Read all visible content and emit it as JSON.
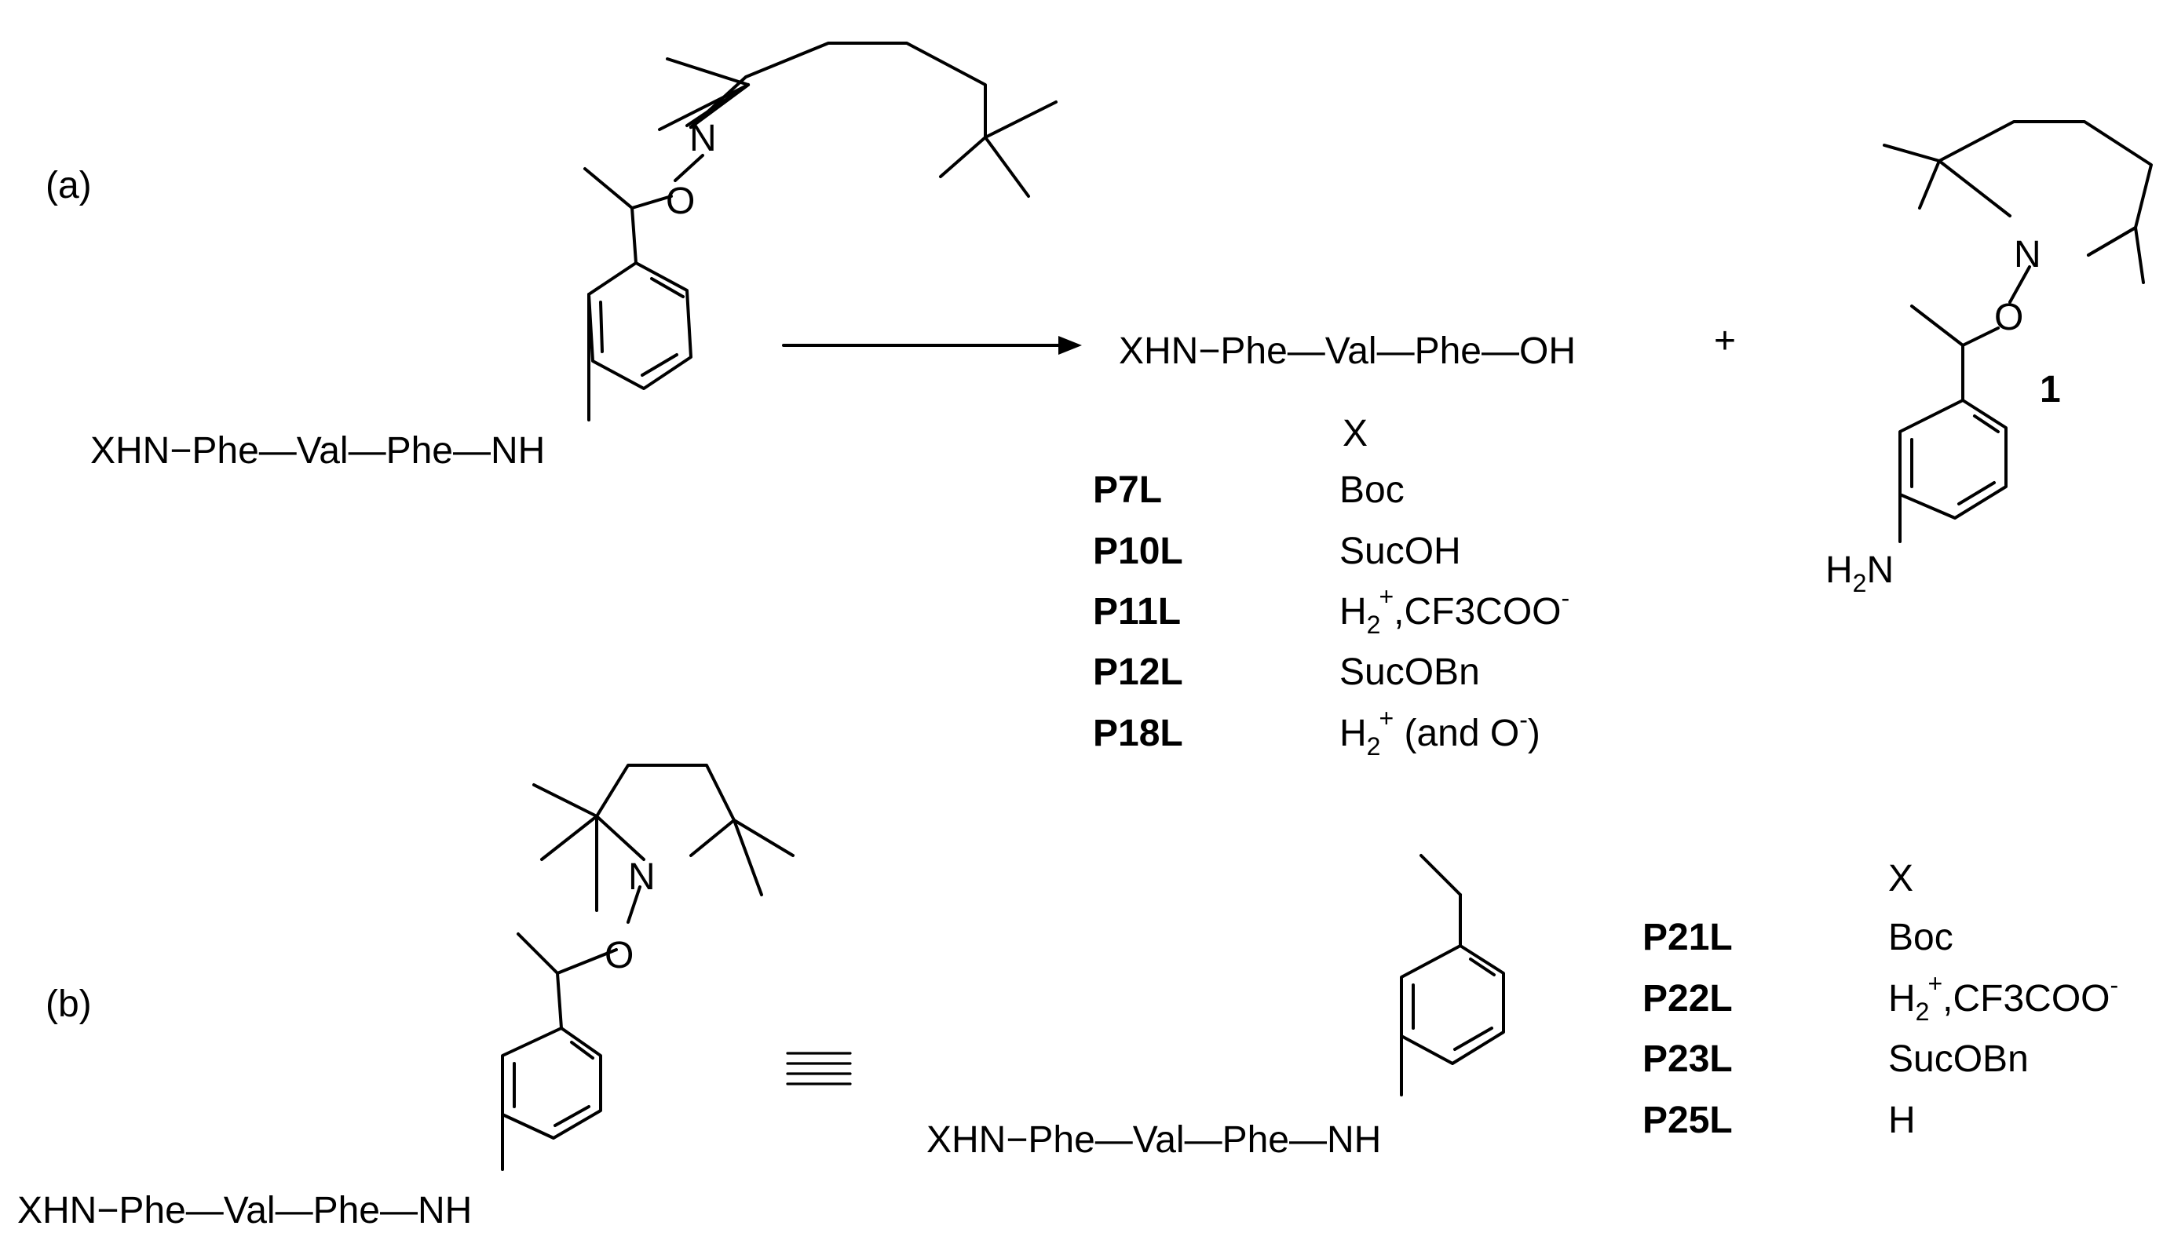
{
  "panel_a": {
    "label": "(a)",
    "reactant": {
      "chain": "XHN−Phe—Val—Phe—NH",
      "N": "N",
      "O": "O"
    },
    "product": "XHN−Phe—Val—Phe—OH",
    "plus": "+",
    "byproduct": {
      "number": "1",
      "N": "N",
      "O": "O",
      "amine": "H",
      "amine_sub": "2",
      "amine_N": "N"
    },
    "table": {
      "header": "X",
      "rows": [
        {
          "id": "P7L",
          "x": "Boc"
        },
        {
          "id": "P10L",
          "x": "SucOH"
        },
        {
          "id": "P11L",
          "x_main": "H",
          "x_sub": "2",
          "x_sup": "+",
          "x_rest": ",CF3COO",
          "x_sup2": "-"
        },
        {
          "id": "P12L",
          "x": "SucOBn"
        },
        {
          "id": "P18L",
          "x_main": "H",
          "x_sub": "2",
          "x_sup": "+",
          "x_rest": " (and O",
          "x_sup2": "-",
          "x_end": ")"
        }
      ]
    }
  },
  "panel_b": {
    "label": "(b)",
    "left": {
      "chain": "XHN−Phe—Val—Phe—NH",
      "N": "N",
      "O": "O"
    },
    "equiv_symbol": "equivalence-symbol",
    "right": {
      "chain": "XHN−Phe—Val—Phe—NH"
    },
    "table": {
      "header": "X",
      "rows": [
        {
          "id": "P21L",
          "x": "Boc"
        },
        {
          "id": "P22L",
          "x_main": "H",
          "x_sub": "2",
          "x_sup": "+",
          "x_rest": ",CF3COO",
          "x_sup2": "-"
        },
        {
          "id": "P23L",
          "x": "SucOBn"
        },
        {
          "id": "P25L",
          "x": "H"
        }
      ]
    }
  },
  "colors": {
    "ink": "#000000",
    "background": "#ffffff"
  }
}
